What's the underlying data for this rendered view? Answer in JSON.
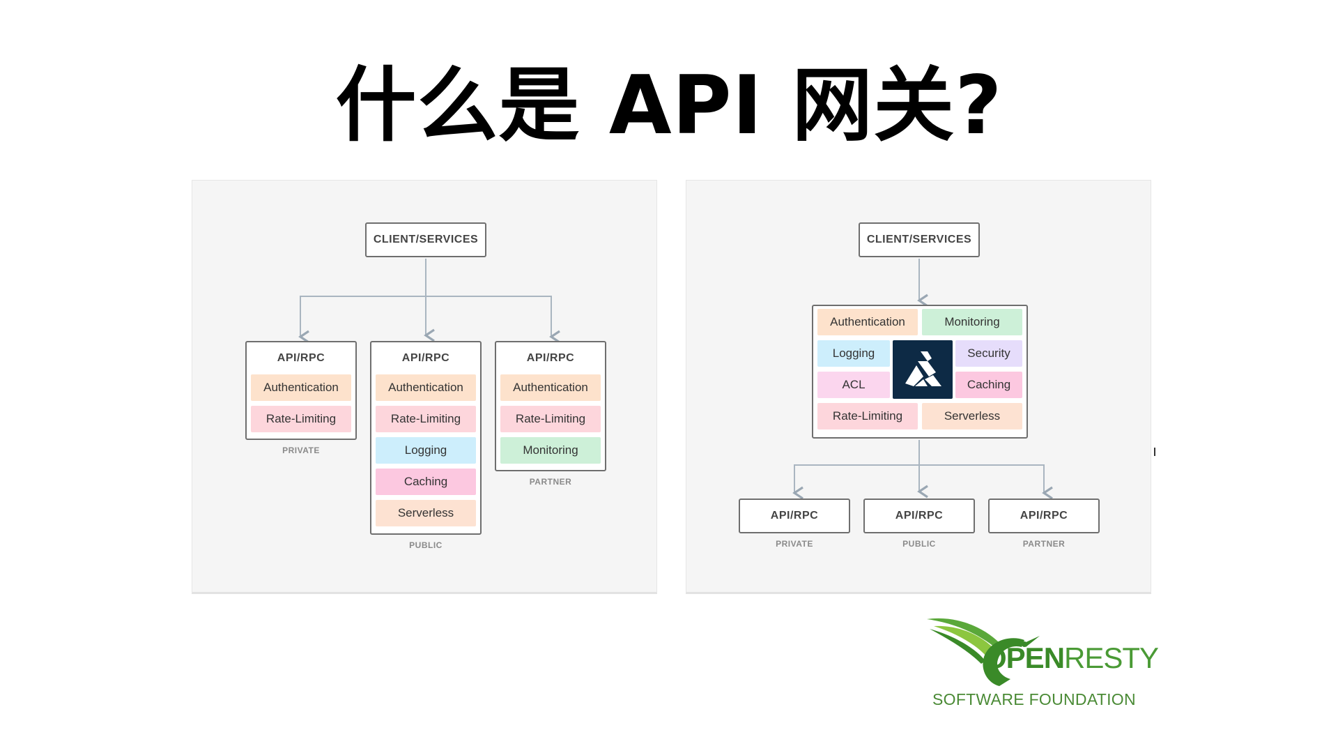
{
  "title": "什么是 API 网关?",
  "left": {
    "client": "CLIENT/SERVICES",
    "columns": [
      {
        "head": "API/RPC",
        "label": "PRIVATE",
        "items": [
          "Authentication",
          "Rate-Limiting"
        ]
      },
      {
        "head": "API/RPC",
        "label": "PUBLIC",
        "items": [
          "Authentication",
          "Rate-Limiting",
          "Logging",
          "Caching",
          "Serverless"
        ]
      },
      {
        "head": "API/RPC",
        "label": "PARTNER",
        "items": [
          "Authentication",
          "Rate-Limiting",
          "Monitoring"
        ]
      }
    ]
  },
  "right": {
    "client": "CLIENT/SERVICES",
    "gateway": {
      "left": [
        "Logging",
        "ACL"
      ],
      "right": [
        "Security",
        "Caching"
      ],
      "top": [
        "Authentication",
        "Monitoring"
      ],
      "bottom": [
        "Rate-Limiting",
        "Serverless"
      ]
    },
    "outputs": [
      {
        "head": "API/RPC",
        "label": "PRIVATE"
      },
      {
        "head": "API/RPC",
        "label": "PUBLIC"
      },
      {
        "head": "API/RPC",
        "label": "PARTNER"
      }
    ]
  },
  "logo": {
    "word_bold": "OPEN",
    "word_light": "RESTY",
    "subtitle": "SOFTWARE FOUNDATION",
    "colors": {
      "dark_green": "#3a8a28",
      "light_green": "#8cc63f"
    }
  },
  "colors": {
    "authentication": "#fde2cc",
    "rate_limiting": "#fdd6dc",
    "logging": "#cdeefc",
    "caching": "#fcc8e0",
    "serverless": "#fde2d2",
    "monitoring": "#cdf0d8",
    "security": "#e6ddfb",
    "acl": "#fbd6ee",
    "kong_tile": "#0d2a45"
  }
}
